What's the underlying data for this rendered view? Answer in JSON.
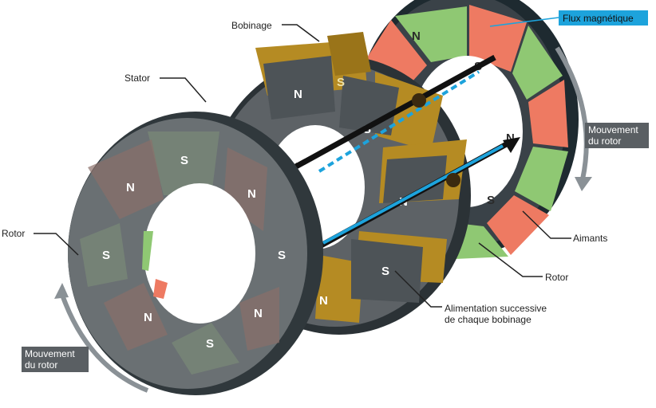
{
  "labels": {
    "bobinage": "Bobinage",
    "stator": "Stator",
    "rotor_left": "Rotor",
    "flux": "Flux magnétique",
    "mouvement_right_1": "Mouvement",
    "mouvement_right_2": "du rotor",
    "mouvement_left_1": "Mouvement",
    "mouvement_left_2": "du rotor",
    "aimants": "Aimants",
    "rotor_right": "Rotor",
    "alimentation_1": "Alimentation successive",
    "alimentation_2": "de chaque bobinage"
  },
  "poles": {
    "N": "N",
    "S": "S"
  },
  "colors": {
    "stator_gray": "#5d6266",
    "rotor_gray": "#6a7073",
    "magnet_green": "#8fc873",
    "magnet_red": "#ee7a62",
    "coil_gold": "#b58b23",
    "flux_blue": "#1da3dc",
    "arrow_gray": "#8a9196",
    "label_box": "#5a5f63"
  }
}
